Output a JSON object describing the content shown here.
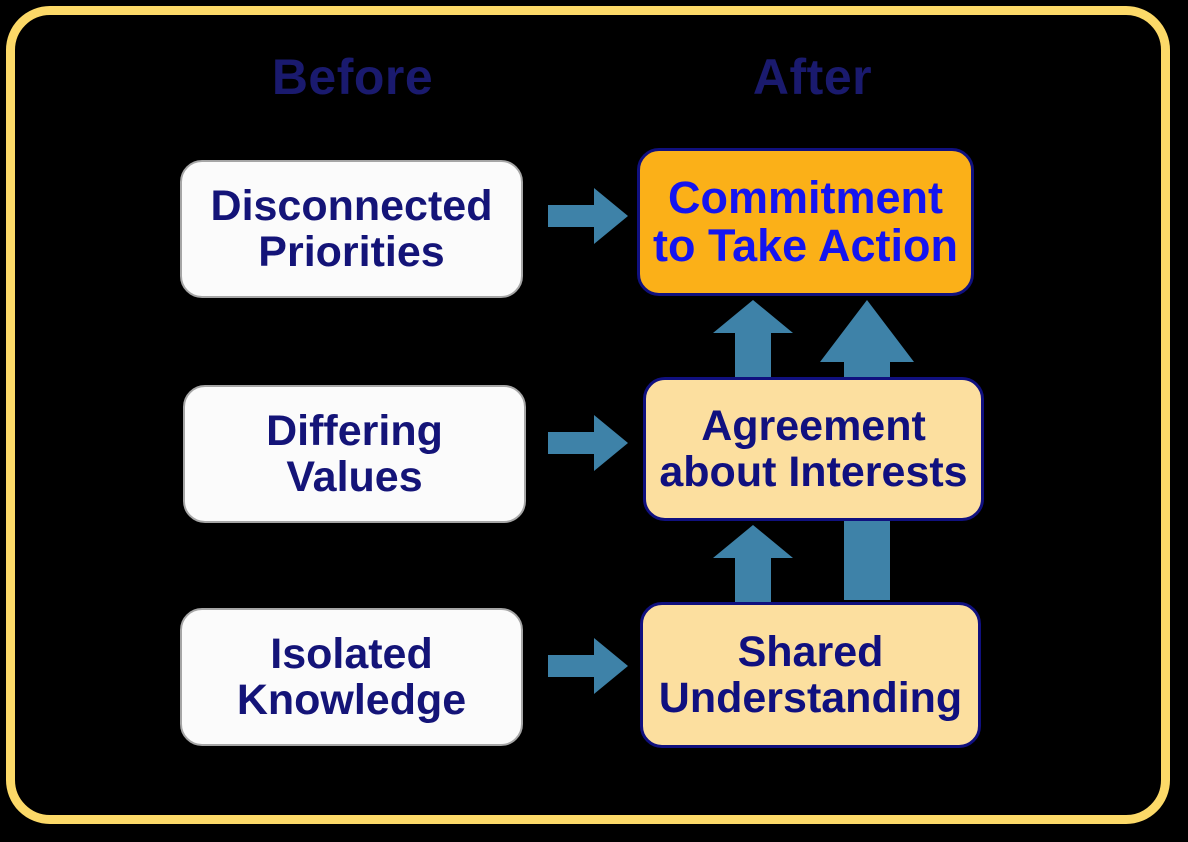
{
  "diagram": {
    "title_semantic": "before-after-outcomes-flow",
    "background_color": "#000000",
    "frame_color": "#FCD968",
    "columns": [
      {
        "key": "before",
        "label": "Before"
      },
      {
        "key": "after",
        "label": "After"
      }
    ],
    "before_nodes": [
      {
        "id": "disconnected-priorities",
        "line1": "Disconnected",
        "line2": "Priorities",
        "fill": "#FBFBFB",
        "text_color": "#141478"
      },
      {
        "id": "differing-values",
        "line1": "Differing",
        "line2": "Values",
        "fill": "#FBFBFB",
        "text_color": "#141478"
      },
      {
        "id": "isolated-knowledge",
        "line1": "Isolated",
        "line2": "Knowledge",
        "fill": "#FBFBFB",
        "text_color": "#141478"
      }
    ],
    "after_nodes": [
      {
        "id": "commitment-to-take-action",
        "line1": "Commitment",
        "line2": "to Take Action",
        "fill": "#FBB018",
        "text_color": "#1414F0",
        "border_color": "#10107F",
        "emphasis": "accent"
      },
      {
        "id": "agreement-about-interests",
        "line1": "Agreement",
        "line2": "about Interests",
        "fill": "#FCDF9F",
        "text_color": "#10107F",
        "border_color": "#10107F",
        "emphasis": "light"
      },
      {
        "id": "shared-understanding",
        "line1": "Shared",
        "line2": "Understanding",
        "fill": "#FCDF9F",
        "text_color": "#10107F",
        "border_color": "#10107F",
        "emphasis": "light"
      }
    ],
    "arrows": {
      "color": "#3E82A8",
      "horizontal": [
        {
          "id": "arrow-right-top",
          "from": "disconnected-priorities",
          "to": "commitment-to-take-action",
          "direction": "right"
        },
        {
          "id": "arrow-right-middle",
          "from": "differing-values",
          "to": "agreement-about-interests",
          "direction": "right"
        },
        {
          "id": "arrow-right-bottom",
          "from": "isolated-knowledge",
          "to": "shared-understanding",
          "direction": "right"
        }
      ],
      "vertical": [
        {
          "id": "arrow-up-short-top",
          "from": "agreement-about-interests",
          "to": "commitment-to-take-action",
          "direction": "up"
        },
        {
          "id": "arrow-up-tall-right",
          "from": "shared-understanding",
          "to": "commitment-to-take-action",
          "direction": "up"
        },
        {
          "id": "arrow-up-short-bottom",
          "from": "shared-understanding",
          "to": "agreement-about-interests",
          "direction": "up"
        }
      ]
    }
  }
}
